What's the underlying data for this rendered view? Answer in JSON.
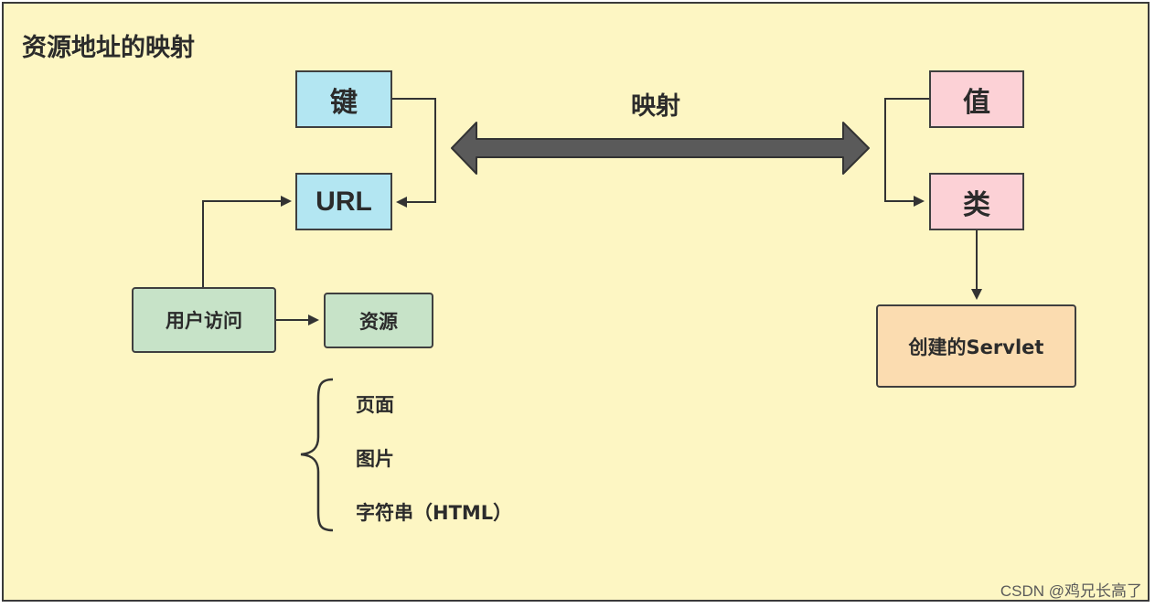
{
  "title": "资源地址的映射",
  "mapping_label": "映射",
  "left": {
    "key": "键",
    "url": "URL",
    "user_access": "用户访问",
    "resource": "资源",
    "resource_items": [
      "页面",
      "图片",
      "字符串（HTML）"
    ]
  },
  "right": {
    "value": "值",
    "class": "类",
    "servlet": "创建的Servlet"
  },
  "watermark": "CSDN @鸡兄长高了",
  "colors": {
    "background": "#fdf6c3",
    "key_box": "#b3e6f2",
    "value_box": "#fcd1d6",
    "access_box": "#c7e3c8",
    "servlet_box": "#fbdcb0",
    "arrow": "#555555"
  }
}
